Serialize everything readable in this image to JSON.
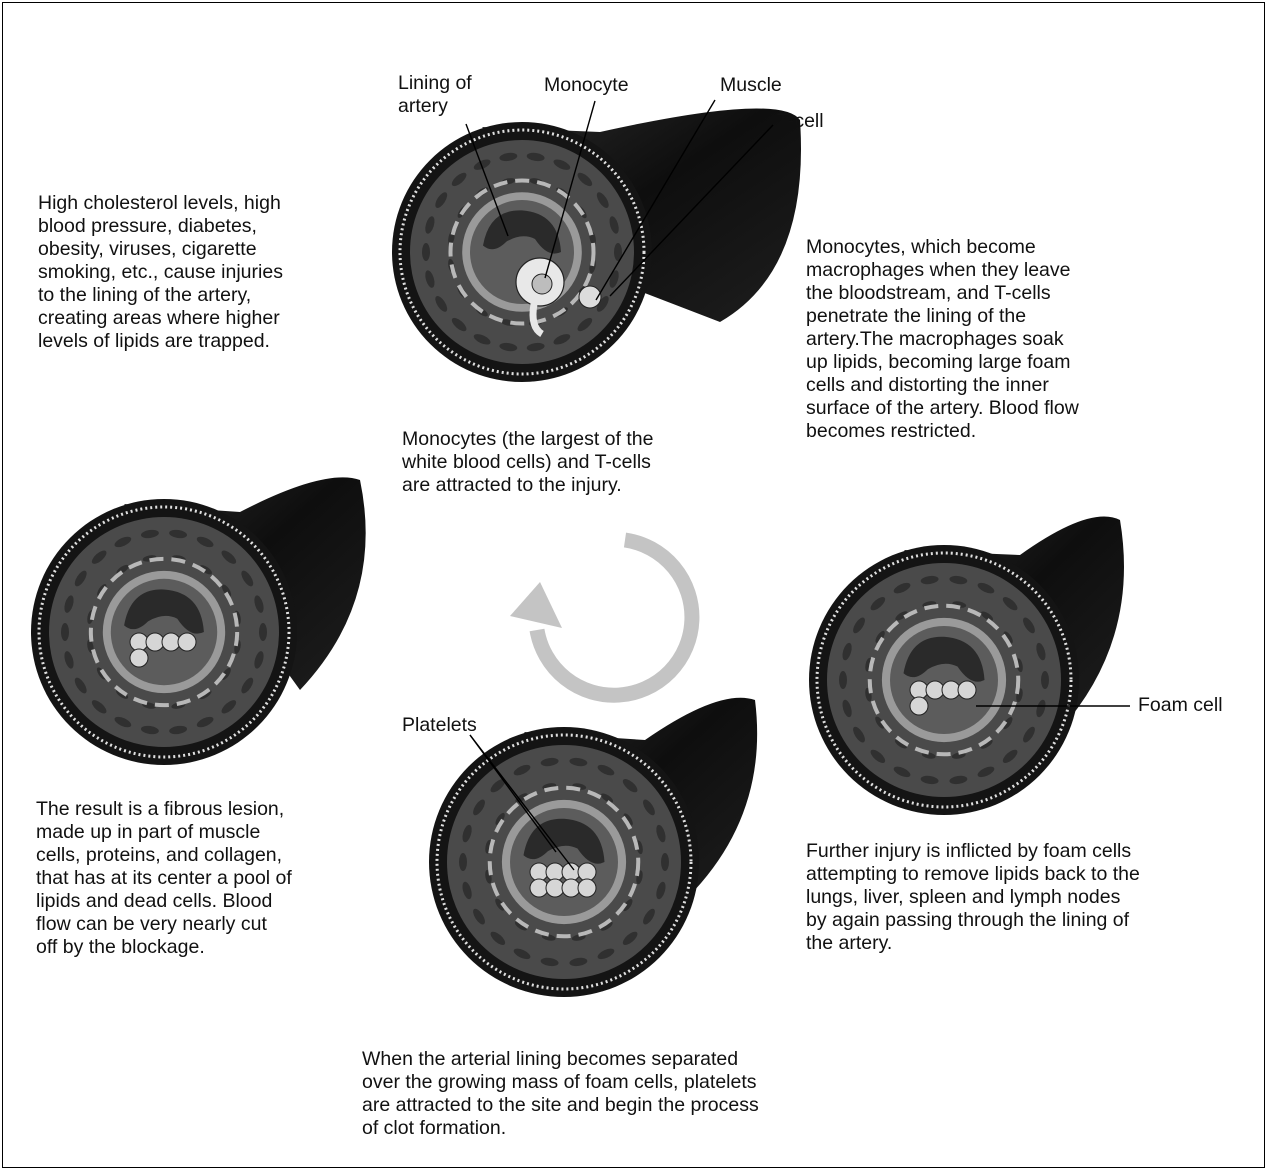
{
  "labels": {
    "lining_of_artery": "Lining of\nartery",
    "monocyte": "Monocyte",
    "muscle": "Muscle",
    "t_cell": "T-cell",
    "foam_cell": "Foam cell",
    "platelets": "Platelets"
  },
  "captions": {
    "injury_causes": "High cholesterol levels, high\nblood pressure, diabetes,\nobesity, viruses, cigarette\nsmoking, etc., cause injuries\nto the lining of the artery,\ncreating areas where higher\nlevels of lipids are trapped.",
    "stage1": "Monocytes (the largest of the\nwhite blood cells) and T-cells\nare attracted to the injury.",
    "stage2": "Monocytes, which become\nmacrophages when they leave\nthe bloodstream, and T-cells\npenetrate the lining of the\nartery.The macrophages soak\nup lipids, becoming large foam\ncells and distorting the inner\nsurface of the artery. Blood flow\nbecomes restricted.",
    "stage3": "Further injury is inflicted by foam cells\nattempting to remove lipids back to the\nlungs, liver, spleen and lymph nodes\nby again passing through the lining of\nthe artery.",
    "stage4": "When the arterial lining becomes separated\nover the growing mass of foam cells, platelets\nare attracted to the site and begin the process\nof clot formation.",
    "stage5": "The result is a fibrous lesion,\nmade up in part of muscle\ncells, proteins, and collagen,\nthat has at its center a pool of\nlipids and dead cells. Blood\nflow can be very nearly cut\noff by the blockage."
  },
  "colors": {
    "artery_outer": "#141414",
    "artery_wall": "#4a4a4a",
    "muscle_cells": "#303030",
    "lining": "#9a9a9a",
    "lumen": "#5c5c5c",
    "cycle_arrow": "#c4c4c4"
  }
}
